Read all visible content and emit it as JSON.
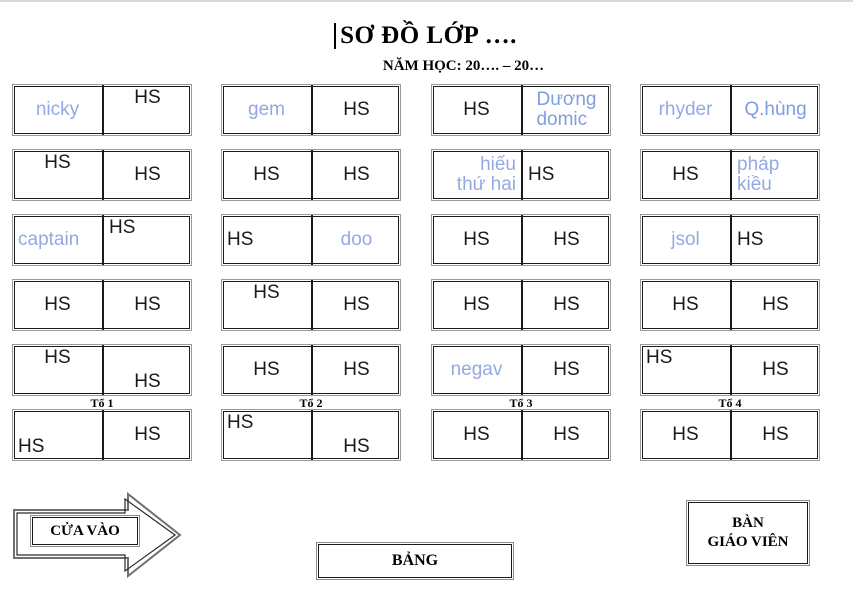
{
  "document": {
    "title": "SƠ ĐỒ LỚP ….",
    "subtitle": "NĂM HỌC: 20…. – 20…"
  },
  "colors": {
    "name_blue": "#93a9e3",
    "name_blue_strong": "#7f9ede",
    "text_black": "#1a1a1a",
    "cell_border_outer": "#9a9a9a",
    "cell_border_inner": "#1a1a1a"
  },
  "legend": {
    "student_placeholder": "HS"
  },
  "groups": [
    {
      "label": "Tổ 1",
      "desks": [
        {
          "seats": [
            {
              "text": "nicky",
              "kind": "name",
              "valign": "v-mid",
              "halign": "h-center"
            },
            {
              "text": "HS",
              "kind": "hs",
              "valign": "v-top",
              "halign": "h-center"
            }
          ]
        },
        {
          "seats": [
            {
              "text": "HS",
              "kind": "hs",
              "valign": "v-top",
              "halign": "h-center"
            },
            {
              "text": "HS",
              "kind": "hs",
              "valign": "v-mid",
              "halign": "h-center"
            }
          ]
        },
        {
          "seats": [
            {
              "text": "captain",
              "kind": "name",
              "valign": "v-mid",
              "halign": "h-left"
            },
            {
              "text": "HS",
              "kind": "hs",
              "valign": "v-top",
              "halign": "h-left"
            }
          ]
        },
        {
          "seats": [
            {
              "text": "HS",
              "kind": "hs",
              "valign": "v-mid",
              "halign": "h-center"
            },
            {
              "text": "HS",
              "kind": "hs",
              "valign": "v-mid",
              "halign": "h-center"
            }
          ]
        },
        {
          "seats": [
            {
              "text": "HS",
              "kind": "hs",
              "valign": "v-top",
              "halign": "h-center"
            },
            {
              "text": "HS",
              "kind": "hs",
              "valign": "v-bot",
              "halign": "h-center"
            }
          ]
        },
        {
          "seats": [
            {
              "text": "HS",
              "kind": "hs",
              "valign": "v-bot",
              "halign": "h-left"
            },
            {
              "text": "HS",
              "kind": "hs",
              "valign": "v-mid",
              "halign": "h-center"
            }
          ]
        }
      ]
    },
    {
      "label": "Tổ 2",
      "desks": [
        {
          "seats": [
            {
              "text": "gem",
              "kind": "name",
              "valign": "v-mid",
              "halign": "h-center"
            },
            {
              "text": "HS",
              "kind": "hs",
              "valign": "v-mid",
              "halign": "h-center"
            }
          ]
        },
        {
          "seats": [
            {
              "text": "HS",
              "kind": "hs",
              "valign": "v-mid",
              "halign": "h-center"
            },
            {
              "text": "HS",
              "kind": "hs",
              "valign": "v-mid",
              "halign": "h-center"
            }
          ]
        },
        {
          "seats": [
            {
              "text": "HS",
              "kind": "hs",
              "valign": "v-mid",
              "halign": "h-left"
            },
            {
              "text": "doo",
              "kind": "name",
              "valign": "v-mid",
              "halign": "h-center"
            }
          ]
        },
        {
          "seats": [
            {
              "text": "HS",
              "kind": "hs",
              "valign": "v-top",
              "halign": "h-center"
            },
            {
              "text": "HS",
              "kind": "hs",
              "valign": "v-mid",
              "halign": "h-center"
            }
          ]
        },
        {
          "seats": [
            {
              "text": "HS",
              "kind": "hs",
              "valign": "v-mid",
              "halign": "h-center"
            },
            {
              "text": "HS",
              "kind": "hs",
              "valign": "v-mid",
              "halign": "h-center"
            }
          ]
        },
        {
          "seats": [
            {
              "text": "HS",
              "kind": "hs",
              "valign": "v-top",
              "halign": "h-left"
            },
            {
              "text": "HS",
              "kind": "hs",
              "valign": "v-bot",
              "halign": "h-center"
            }
          ]
        }
      ]
    },
    {
      "label": "Tổ 3",
      "desks": [
        {
          "seats": [
            {
              "text": "HS",
              "kind": "hs",
              "valign": "v-mid",
              "halign": "h-center"
            },
            {
              "text": "Dương\ndomic",
              "kind": "name-strong",
              "valign": "v-mid",
              "halign": "h-center"
            }
          ]
        },
        {
          "seats": [
            {
              "text": "hiếu\nthứ hai",
              "kind": "name",
              "valign": "v-mid",
              "halign": "h-right"
            },
            {
              "text": "HS",
              "kind": "hs",
              "valign": "v-mid",
              "halign": "h-left"
            }
          ]
        },
        {
          "seats": [
            {
              "text": "HS",
              "kind": "hs",
              "valign": "v-mid",
              "halign": "h-center"
            },
            {
              "text": "HS",
              "kind": "hs",
              "valign": "v-mid",
              "halign": "h-center"
            }
          ]
        },
        {
          "seats": [
            {
              "text": "HS",
              "kind": "hs",
              "valign": "v-mid",
              "halign": "h-center"
            },
            {
              "text": "HS",
              "kind": "hs",
              "valign": "v-mid",
              "halign": "h-center"
            }
          ]
        },
        {
          "seats": [
            {
              "text": "negav",
              "kind": "name",
              "valign": "v-mid",
              "halign": "h-center"
            },
            {
              "text": "HS",
              "kind": "hs",
              "valign": "v-mid",
              "halign": "h-center"
            }
          ]
        },
        {
          "seats": [
            {
              "text": "HS",
              "kind": "hs",
              "valign": "v-mid",
              "halign": "h-center"
            },
            {
              "text": "HS",
              "kind": "hs",
              "valign": "v-mid",
              "halign": "h-center"
            }
          ]
        }
      ]
    },
    {
      "label": "Tổ 4",
      "desks": [
        {
          "seats": [
            {
              "text": "rhyder",
              "kind": "name",
              "valign": "v-mid",
              "halign": "h-center"
            },
            {
              "text": "Q.hùng",
              "kind": "name-strong",
              "valign": "v-mid",
              "halign": "h-center"
            }
          ]
        },
        {
          "seats": [
            {
              "text": "HS",
              "kind": "hs",
              "valign": "v-mid",
              "halign": "h-center"
            },
            {
              "text": "pháp kiều",
              "kind": "name",
              "valign": "v-mid",
              "halign": "h-center"
            }
          ]
        },
        {
          "seats": [
            {
              "text": "jsol",
              "kind": "name",
              "valign": "v-mid",
              "halign": "h-center"
            },
            {
              "text": "HS",
              "kind": "hs",
              "valign": "v-mid",
              "halign": "h-left"
            }
          ]
        },
        {
          "seats": [
            {
              "text": "HS",
              "kind": "hs",
              "valign": "v-mid",
              "halign": "h-center"
            },
            {
              "text": "HS",
              "kind": "hs",
              "valign": "v-mid",
              "halign": "h-center"
            }
          ]
        },
        {
          "seats": [
            {
              "text": "HS",
              "kind": "hs",
              "valign": "v-top",
              "halign": "h-left"
            },
            {
              "text": "HS",
              "kind": "hs",
              "valign": "v-mid",
              "halign": "h-center"
            }
          ]
        },
        {
          "seats": [
            {
              "text": "HS",
              "kind": "hs",
              "valign": "v-mid",
              "halign": "h-center"
            },
            {
              "text": "HS",
              "kind": "hs",
              "valign": "v-mid",
              "halign": "h-center"
            }
          ]
        }
      ]
    }
  ],
  "door": {
    "label": "CỬA VÀO"
  },
  "board": {
    "label": "BẢNG"
  },
  "teacher_desk": {
    "label": "BÀN\nGIÁO VIÊN"
  }
}
